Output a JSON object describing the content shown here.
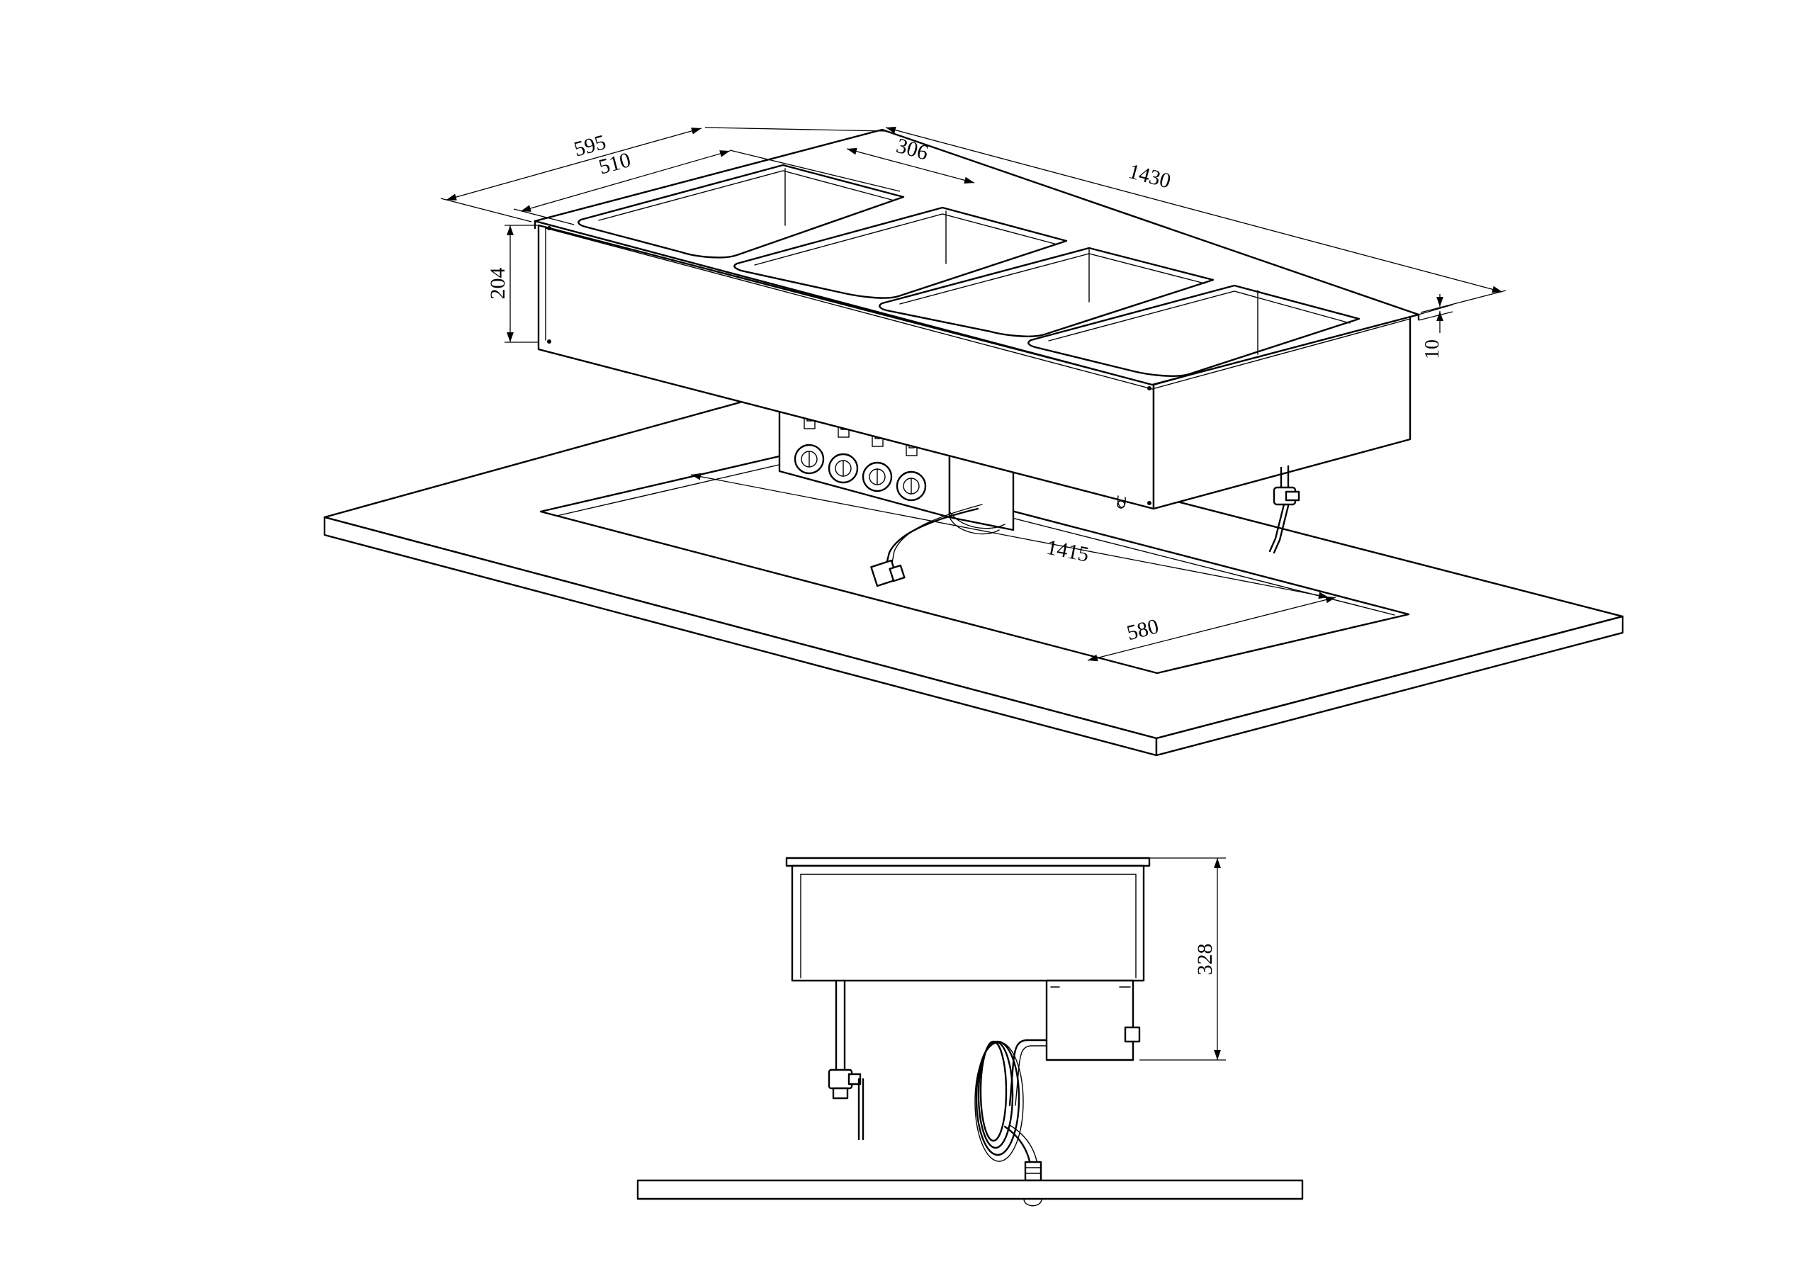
{
  "dimensions": {
    "width_total": "1430",
    "depth_outer": "595",
    "depth_inner": "510",
    "pan_width": "306",
    "height_body": "204",
    "rim_thickness": "10",
    "cutout_length": "1415",
    "cutout_depth": "580",
    "height_side": "328"
  }
}
